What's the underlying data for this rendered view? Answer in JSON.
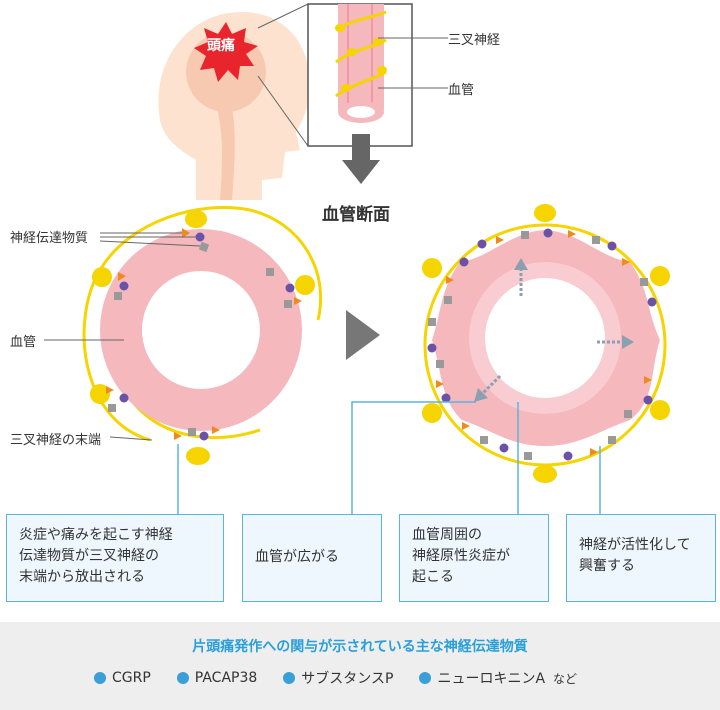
{
  "headache_label": "頭痛",
  "zoom_labels": {
    "trigeminal": "三叉神経",
    "vessel": "血管"
  },
  "cross_section_title": "血管断面",
  "left_labels": {
    "neurotransmitter": "神経伝達物質",
    "vessel": "血管",
    "nerve_ending": "三叉神経の末端"
  },
  "boxes": [
    {
      "text": "炎症や痛みを起こす神経\n伝達物質が三叉神経の\n末端から放出される"
    },
    {
      "text": "血管が広がる"
    },
    {
      "text": "血管周囲の\n神経原性炎症が\n起こる"
    },
    {
      "text": "神経が活性化して\n興奮する"
    }
  ],
  "footer": {
    "title": "片頭痛発作への関与が示されている主な神経伝達物質",
    "items": [
      "CGRP",
      "PACAP38",
      "サブスタンスP",
      "ニューロキニンA"
    ],
    "suffix": "など"
  },
  "colors": {
    "accent_blue": "#2a9fd8",
    "nerve_yellow": "#f5d400",
    "vessel_pink": "#f4b8bd",
    "box_border": "#5ab4e0"
  }
}
